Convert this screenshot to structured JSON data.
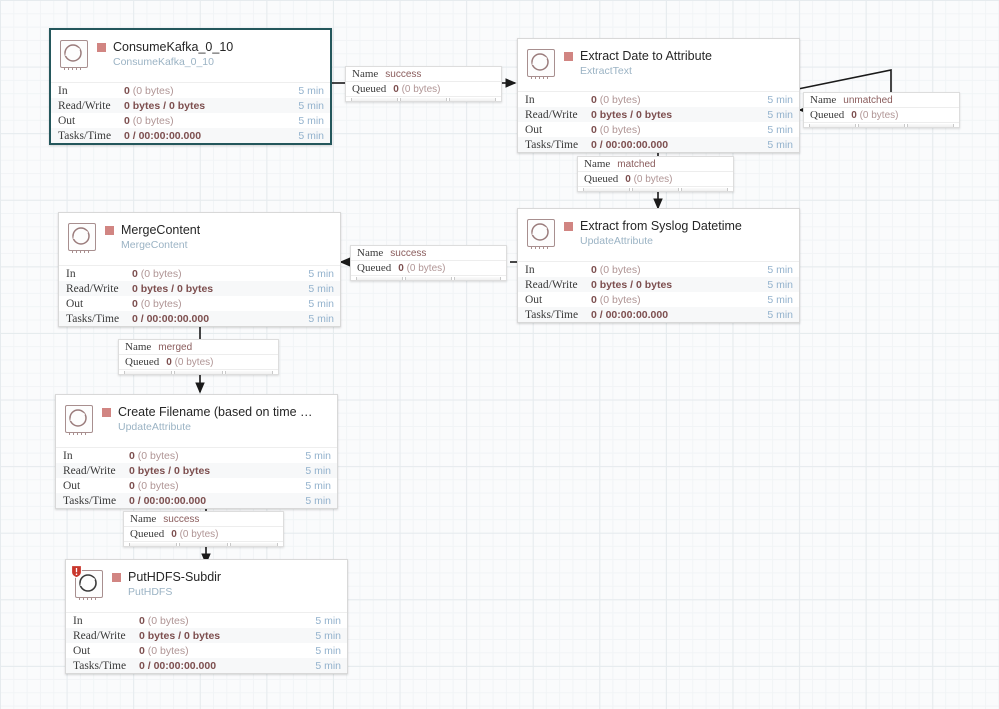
{
  "canvas": {
    "background": "#fafbfc",
    "grid_color": "#e6ebee",
    "selection_color": "#24575c",
    "stopped_color": "#d18582",
    "type_color": "#9bb3c4"
  },
  "stat_labels": {
    "in": "In",
    "read_write": "Read/Write",
    "out": "Out",
    "tasks_time": "Tasks/Time"
  },
  "conn_labels": {
    "name": "Name",
    "queued": "Queued"
  },
  "processors": [
    {
      "id": "consumekafka",
      "name": "ConsumeKafka_0_10",
      "type": "ConsumeKafka_0_10",
      "selected": true,
      "bulletin": false,
      "stats": {
        "in": "0 (0 bytes)",
        "in_value": "0",
        "in_bytes": "(0 bytes)",
        "read_write": "0 bytes / 0 bytes",
        "out_value": "0",
        "out_bytes": "(0 bytes)",
        "tasks_time": "0 / 00:00:00.000",
        "time_in": "5 min",
        "time_rw": "5 min",
        "time_out": "5 min",
        "time_tasks": "5 min"
      }
    },
    {
      "id": "extract-date",
      "name": "Extract Date to Attribute",
      "type": "ExtractText",
      "selected": false,
      "bulletin": false,
      "stats": {
        "in_value": "0",
        "in_bytes": "(0 bytes)",
        "read_write": "0 bytes / 0 bytes",
        "out_value": "0",
        "out_bytes": "(0 bytes)",
        "tasks_time": "0 / 00:00:00.000",
        "time_in": "5 min",
        "time_rw": "5 min",
        "time_out": "5 min",
        "time_tasks": "5 min"
      }
    },
    {
      "id": "extract-syslog",
      "name": "Extract from Syslog Datetime",
      "type": "UpdateAttribute",
      "selected": false,
      "bulletin": false,
      "stats": {
        "in_value": "0",
        "in_bytes": "(0 bytes)",
        "read_write": "0 bytes / 0 bytes",
        "out_value": "0",
        "out_bytes": "(0 bytes)",
        "tasks_time": "0 / 00:00:00.000",
        "time_in": "5 min",
        "time_rw": "5 min",
        "time_out": "5 min",
        "time_tasks": "5 min"
      }
    },
    {
      "id": "mergecontent",
      "name": "MergeContent",
      "type": "MergeContent",
      "selected": false,
      "bulletin": false,
      "stats": {
        "in_value": "0",
        "in_bytes": "(0 bytes)",
        "read_write": "0 bytes / 0 bytes",
        "out_value": "0",
        "out_bytes": "(0 bytes)",
        "tasks_time": "0 / 00:00:00.000",
        "time_in": "5 min",
        "time_rw": "5 min",
        "time_out": "5 min",
        "time_tasks": "5 min"
      }
    },
    {
      "id": "create-filename",
      "name": "Create Filename (based on time …",
      "type": "UpdateAttribute",
      "selected": false,
      "bulletin": false,
      "stats": {
        "in_value": "0",
        "in_bytes": "(0 bytes)",
        "read_write": "0 bytes / 0 bytes",
        "out_value": "0",
        "out_bytes": "(0 bytes)",
        "tasks_time": "0 / 00:00:00.000",
        "time_in": "5 min",
        "time_rw": "5 min",
        "time_out": "5 min",
        "time_tasks": "5 min"
      }
    },
    {
      "id": "puthdfs",
      "name": "PutHDFS-Subdir",
      "type": "PutHDFS",
      "selected": false,
      "bulletin": true,
      "stats": {
        "in_value": "0",
        "in_bytes": "(0 bytes)",
        "read_write": "0 bytes / 0 bytes",
        "out_value": "0",
        "out_bytes": "(0 bytes)",
        "tasks_time": "0 / 00:00:00.000",
        "time_in": "5 min",
        "time_rw": "5 min",
        "time_out": "5 min",
        "time_tasks": "5 min"
      }
    }
  ],
  "connections": [
    {
      "id": "c-kafka-success",
      "relationship": "success",
      "queued_count": "0",
      "queued_bytes": "(0 bytes)"
    },
    {
      "id": "c-unmatched",
      "relationship": "unmatched",
      "queued_count": "0",
      "queued_bytes": "(0 bytes)"
    },
    {
      "id": "c-matched",
      "relationship": "matched",
      "queued_count": "0",
      "queued_bytes": "(0 bytes)"
    },
    {
      "id": "c-syslog-success",
      "relationship": "success",
      "queued_count": "0",
      "queued_bytes": "(0 bytes)"
    },
    {
      "id": "c-merged",
      "relationship": "merged",
      "queued_count": "0",
      "queued_bytes": "(0 bytes)"
    },
    {
      "id": "c-filename-success",
      "relationship": "success",
      "queued_count": "0",
      "queued_bytes": "(0 bytes)"
    }
  ]
}
